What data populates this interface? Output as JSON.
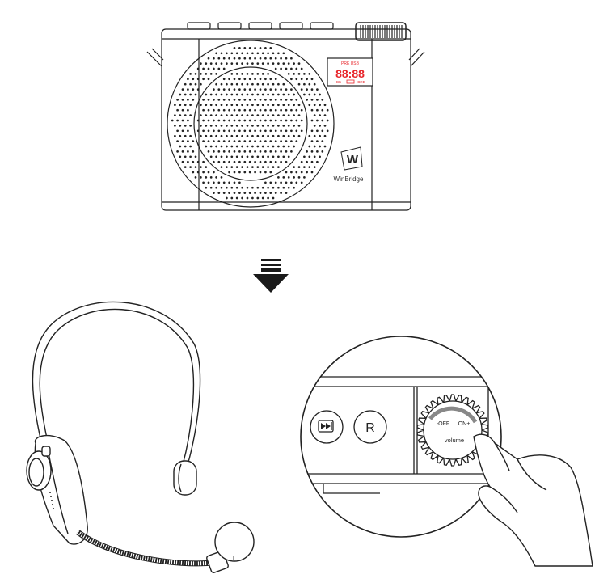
{
  "speaker": {
    "display_top": "PRE USB",
    "display_digits": "88:88",
    "display_bottom_left": "BK",
    "display_bottom_right": "BRE",
    "logo_letter": "W",
    "brand": "WinBridge"
  },
  "closeup": {
    "off_label": "-OFF",
    "on_label": "ON+",
    "volume_label": "volume",
    "r_button_label": "R"
  },
  "headset": {
    "mic_letter": "L"
  },
  "colors": {
    "display_red": "#e8262b",
    "line": "#222222",
    "arrow": "#1a1a1a"
  }
}
